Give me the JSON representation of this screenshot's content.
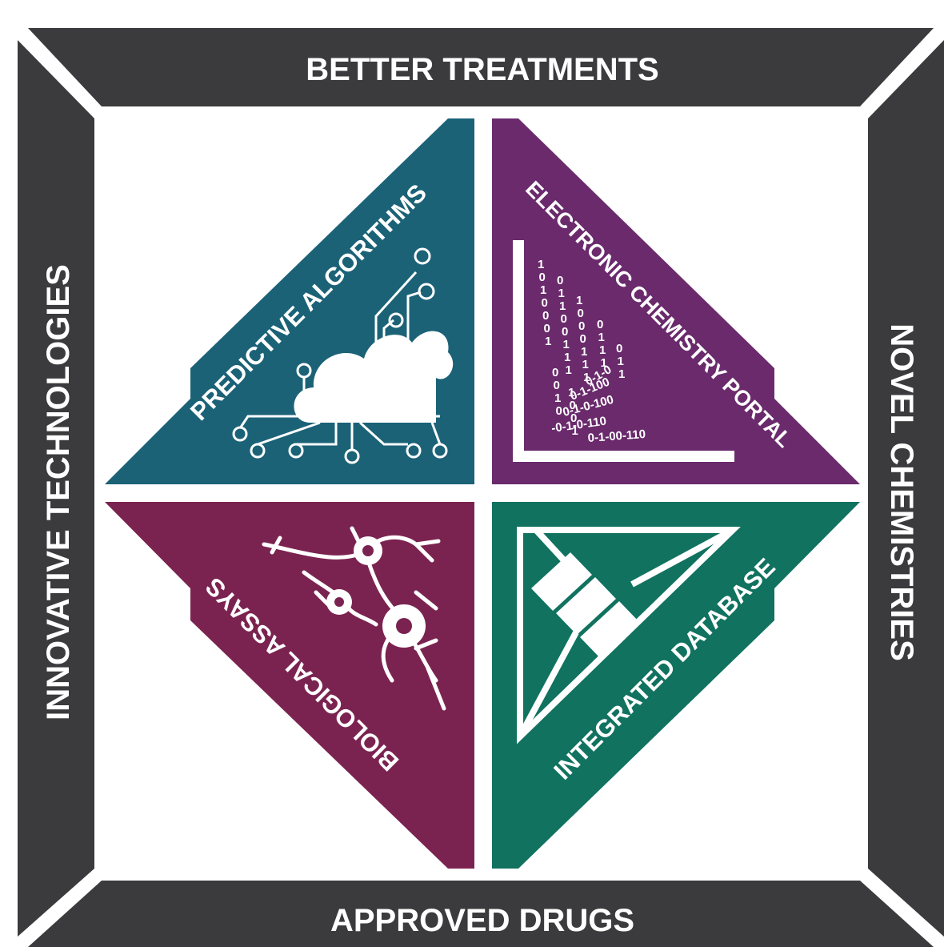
{
  "frame": {
    "top": "BETTER TREATMENTS",
    "bottom": "APPROVED DRUGS",
    "left": "INNOVATIVE TECHNOLOGIES",
    "right": "NOVEL CHEMISTRIES"
  },
  "quadrants": {
    "top_left": "PREDICTIVE ALGORITHMS",
    "top_right": "ELECTRONIC CHEMISTRY PORTAL",
    "bottom_left": "BIOLOGICAL ASSAYS",
    "bottom_right": "INTEGRATED DATABASE"
  },
  "binary": {
    "columns": [
      "1010001",
      "01100111",
      "1000111",
      "0111",
      "011",
      "0010",
      "1001"
    ],
    "rows": [
      "0-1-0",
      "0-1-100",
      "0-1-0-100",
      "-0-1-0-110",
      "0-1-00-110"
    ]
  },
  "colors": {
    "frame": "#3b3b3d",
    "frame_text": "#ffffff",
    "predictive": "#1b6277",
    "electronic": "#6a2a6c",
    "biological": "#7b2350",
    "integrated": "#10725f",
    "background": "#ffffff"
  },
  "icons": {
    "top_left": "cloud-circuit-icon",
    "top_right": "binary-corner-icon",
    "bottom_left": "neurons-icon",
    "bottom_right": "database-triangle-icon"
  }
}
